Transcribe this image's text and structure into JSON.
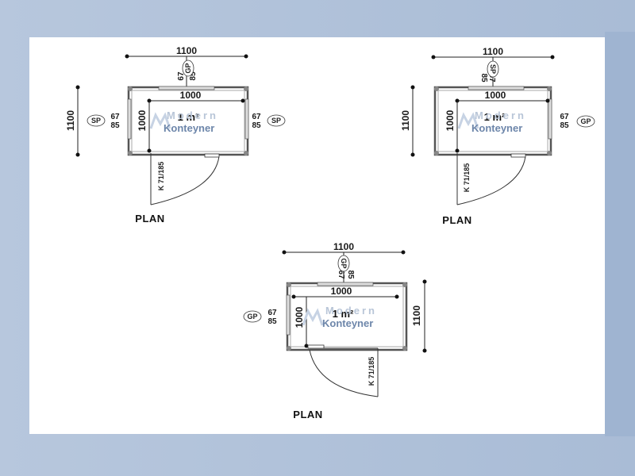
{
  "plans": [
    {
      "id": "top-left",
      "width_label": "1100",
      "height_label": "1100",
      "inner_label": "1000",
      "inner_vertical_label": "1000",
      "area_label": "1 m²",
      "top_window": {
        "line1": "67",
        "line2": "85",
        "tag": "GP"
      },
      "left_window": {
        "tag": "SP",
        "line1": "67",
        "line2": "85"
      },
      "right_window": {
        "tag": "SP",
        "line1": "67",
        "line2": "85"
      },
      "door_label": "K 71/185",
      "plan_label": "PLAN",
      "watermark": {
        "line1": "Modern",
        "line2": "Konteyner"
      }
    },
    {
      "id": "top-right",
      "width_label": "1100",
      "height_label": "1100",
      "inner_label": "1000",
      "inner_vertical_label": "1000",
      "area_label": "1 m²",
      "top_window": {
        "line1": "67",
        "line2": "85",
        "tag": "SP"
      },
      "right_window": {
        "tag": "GP",
        "line1": "67",
        "line2": "85"
      },
      "door_label": "K 71/185",
      "plan_label": "PLAN",
      "watermark": {
        "line1": "Modern",
        "line2": "Konteyner"
      }
    },
    {
      "id": "bottom",
      "width_label": "1100",
      "height_label": "1100",
      "inner_label": "1000",
      "inner_vertical_label": "1000",
      "area_label": "1 m²",
      "top_window": {
        "line1": "67",
        "line2": "85",
        "tag": "GP"
      },
      "left_window": {
        "tag": "GP",
        "line1": "67",
        "line2": "85"
      },
      "door_label": "K 71/185",
      "plan_label": "PLAN",
      "watermark": {
        "line1": "Modern",
        "line2": "Konteyner"
      }
    }
  ]
}
